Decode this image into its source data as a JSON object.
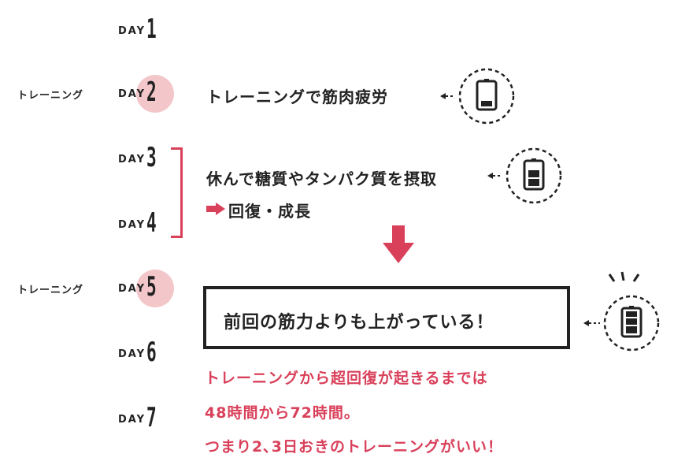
{
  "days": [
    {
      "word": "DAY",
      "num": "1"
    },
    {
      "word": "DAY",
      "num": "2"
    },
    {
      "word": "DAY",
      "num": "3"
    },
    {
      "word": "DAY",
      "num": "4"
    },
    {
      "word": "DAY",
      "num": "5"
    },
    {
      "word": "DAY",
      "num": "6"
    },
    {
      "word": "DAY",
      "num": "7"
    }
  ],
  "side_labels": {
    "day2": "トレーニング",
    "day5": "トレーニング"
  },
  "notes": {
    "fatigue": "トレーニングで筋肉疲労",
    "rest_line1": "休んで糖質やタンパク質を摂取",
    "rest_line2": "回復・成長",
    "result": "前回の筋力よりも上がっている！"
  },
  "footer": {
    "line1": "トレーニングから超回復が起きるまでは",
    "line2": "48時間から72時間。",
    "line3": "つまり2､3日おきのトレーニングがいい！"
  },
  "colors": {
    "accent": "#d9405a",
    "pink": "#f3c6c9",
    "ink": "#222222"
  },
  "icons": {
    "arrow_right": "arrow-right-icon",
    "arrow_down": "arrow-down-icon",
    "battery": "battery-icon"
  }
}
